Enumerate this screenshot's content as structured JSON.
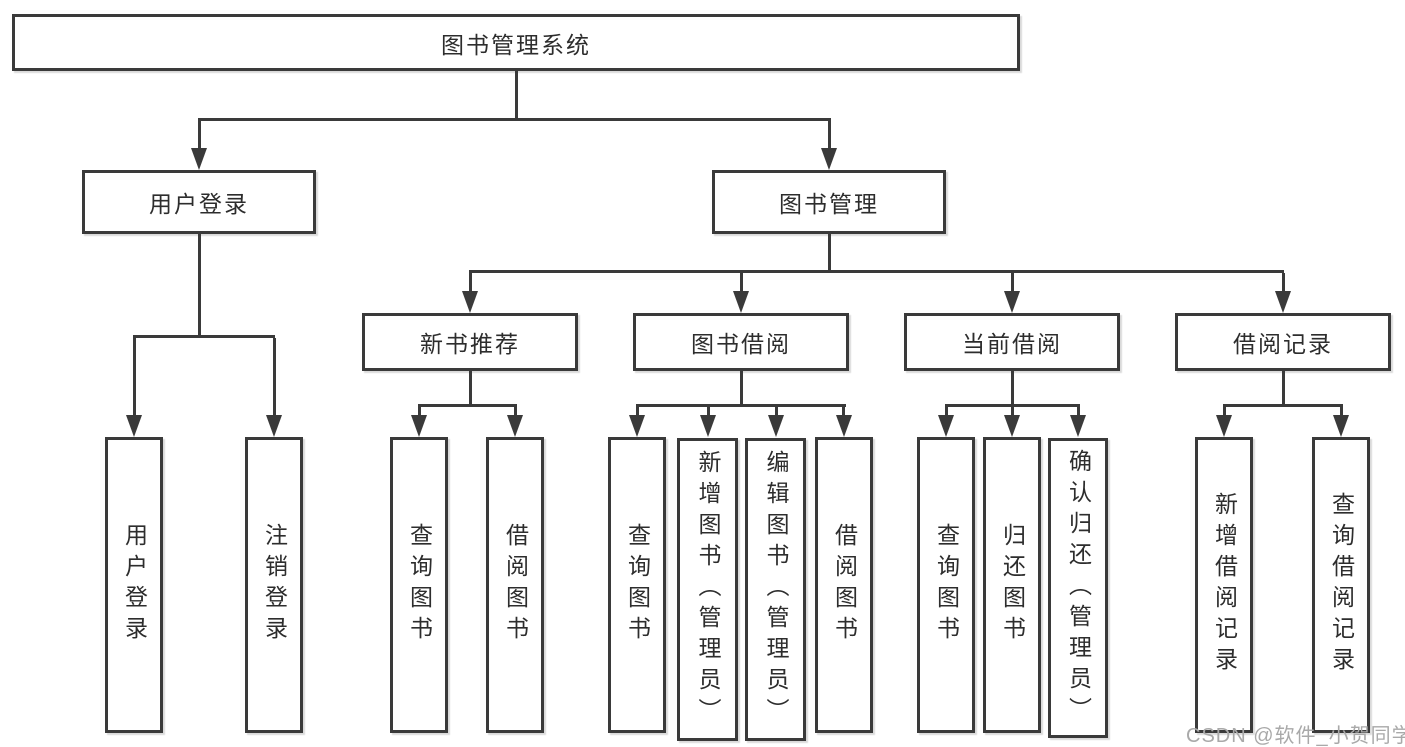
{
  "colors": {
    "line": "#3a3a3a",
    "text": "#2d2d2d",
    "background": "#ffffff",
    "watermark": "#a9a9a9"
  },
  "watermark": "CSDN @软件_小贺同学",
  "tree": {
    "root": {
      "label": "图书管理系统",
      "children": [
        {
          "label": "用户登录",
          "children": [
            {
              "label": "用户登录"
            },
            {
              "label": "注销登录"
            }
          ]
        },
        {
          "label": "图书管理",
          "children": [
            {
              "label": "新书推荐",
              "children": [
                {
                  "label": "查询图书"
                },
                {
                  "label": "借阅图书"
                }
              ]
            },
            {
              "label": "图书借阅",
              "children": [
                {
                  "label": "查询图书"
                },
                {
                  "label": "新增图书（管理员）"
                },
                {
                  "label": "编辑图书（管理员）"
                },
                {
                  "label": "借阅图书"
                }
              ]
            },
            {
              "label": "当前借阅",
              "children": [
                {
                  "label": "查询图书"
                },
                {
                  "label": "归还图书"
                },
                {
                  "label": "确认归还（管理员）"
                }
              ]
            },
            {
              "label": "借阅记录",
              "children": [
                {
                  "label": "新增借阅记录"
                },
                {
                  "label": "查询借阅记录"
                }
              ]
            }
          ]
        }
      ]
    }
  }
}
